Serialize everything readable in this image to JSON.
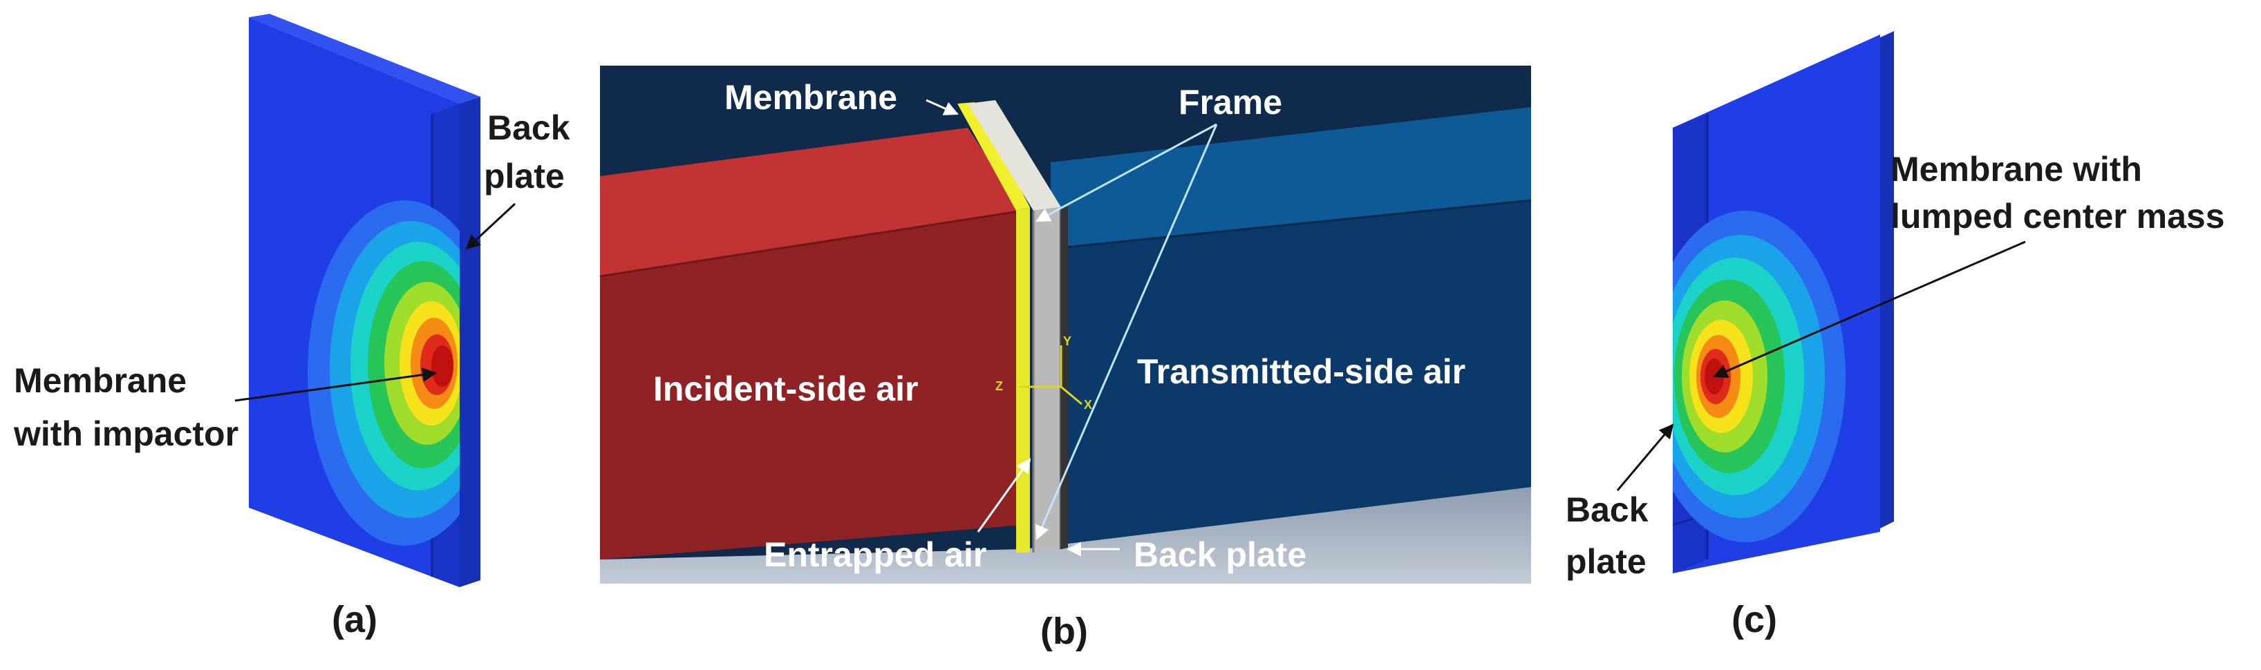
{
  "colors": {
    "plate_blue": "#1f3ee6",
    "plate_blue_dark": "#1a2fb0",
    "incident_air": "#8e2224",
    "incident_air_top": "#c23434",
    "transmitted_air": "#0b3a6a",
    "transmitted_air_top": "#0d5a96",
    "membrane": "#e8e82a",
    "frame": "#b9b9b9",
    "sky": "#0f2a4a",
    "floor": "#a8b4c4",
    "contour": [
      "#2b6bf0",
      "#1aa3e8",
      "#1ad2c8",
      "#27c45a",
      "#a0dc2a",
      "#f5e21a",
      "#f58a14",
      "#e02a1a",
      "#c01010"
    ]
  },
  "panel_a": {
    "caption": "(a)",
    "labels": {
      "back_plate_line1": "Back",
      "back_plate_line2": "plate",
      "membrane_line1": "Membrane",
      "membrane_line2": "with impactor"
    }
  },
  "panel_b": {
    "caption": "(b)",
    "labels": {
      "membrane": "Membrane",
      "frame": "Frame",
      "incident": "Incident-side air",
      "transmitted": "Transmitted-side air",
      "entrapped": "Entrapped air",
      "back_plate": "Back plate"
    },
    "triad": {
      "y": "Y",
      "z": "Z",
      "x": "X"
    }
  },
  "panel_c": {
    "caption": "(c)",
    "labels": {
      "membrane_line1": "Membrane with",
      "membrane_line2": "lumped center mass",
      "back_plate_line1": "Back",
      "back_plate_line2": "plate"
    }
  }
}
